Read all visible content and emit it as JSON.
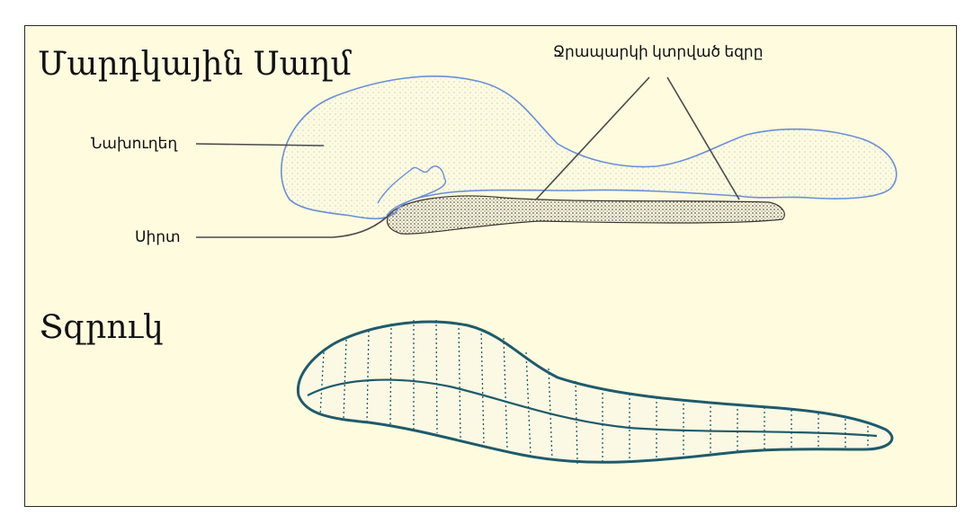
{
  "figure": {
    "title_top": "Մարդկային Սաղմ",
    "title_bottom": "Տզրուկ",
    "labels": {
      "head_fold": "Նախուղեղ",
      "heart": "Սիրտ",
      "cut_edge": "Ջրապարկի կտրված եզրը"
    }
  },
  "colors": {
    "background": "#fefbdf",
    "embryo_outline": "#6a8fd6",
    "leech_ink": "#1f5b6b"
  }
}
